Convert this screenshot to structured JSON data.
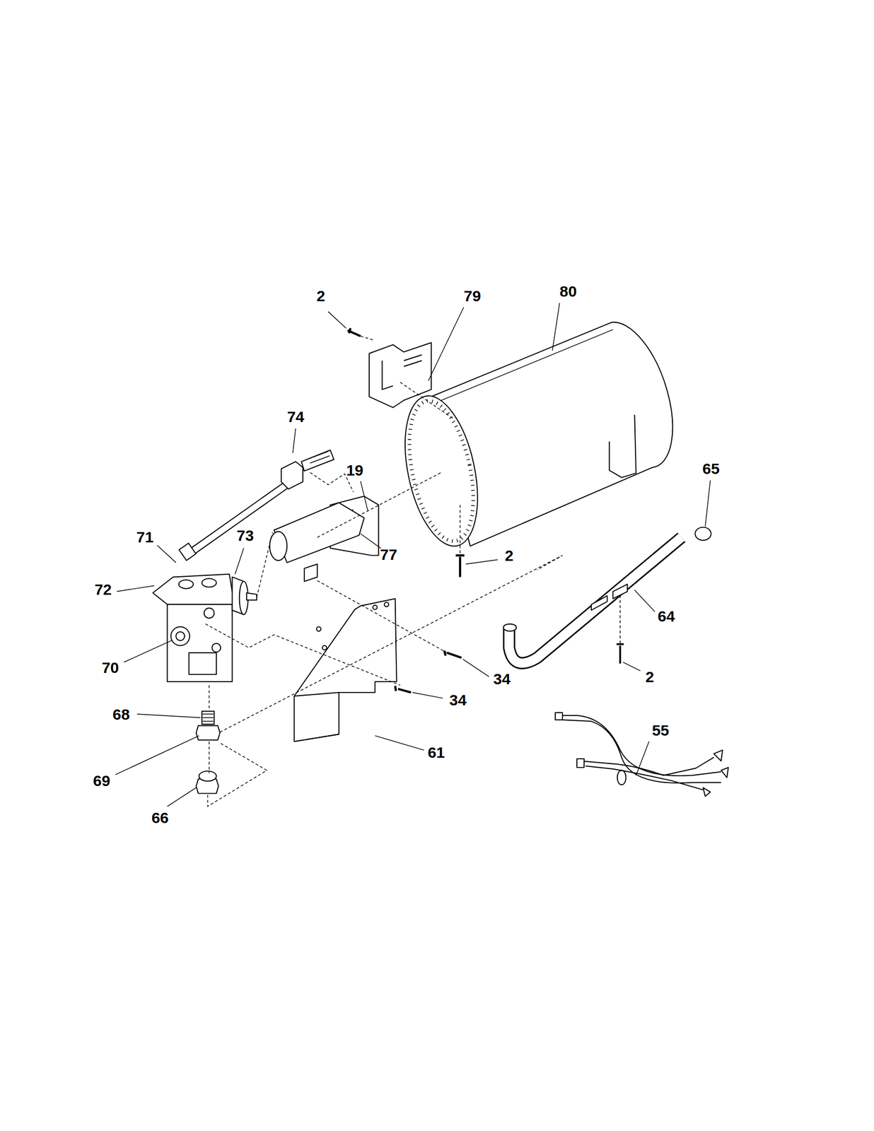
{
  "diagram": {
    "labels": [
      "2",
      "79",
      "80",
      "74",
      "19",
      "65",
      "71",
      "73",
      "2",
      "72",
      "77",
      "64",
      "70",
      "34",
      "2",
      "34",
      "68",
      "55",
      "61",
      "69",
      "66"
    ]
  }
}
